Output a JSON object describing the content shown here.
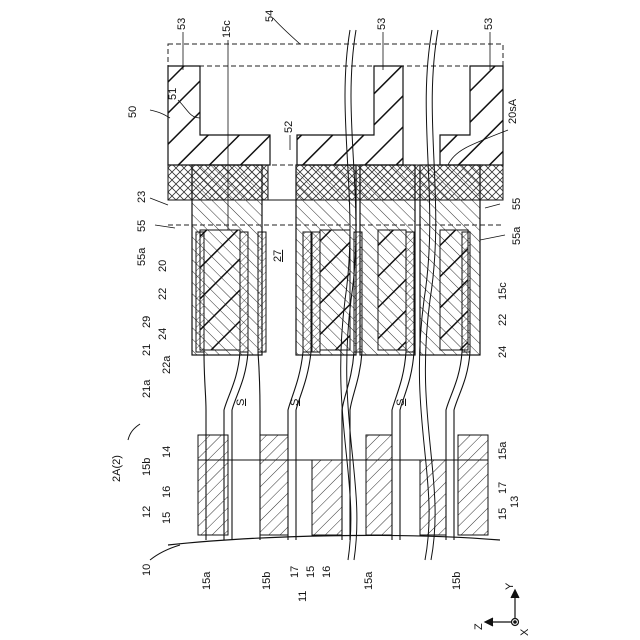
{
  "labels": {
    "l53a": "53",
    "l54": "54",
    "l53b": "53",
    "l53c": "53",
    "l15c_top": "15c",
    "l51": "51",
    "l50": "50",
    "l52": "52",
    "l20sA": "20sA",
    "l23": "23",
    "l55_left": "55",
    "l55_right": "55",
    "l55a_left": "55a",
    "l55a_right": "55a",
    "l20": "20",
    "l27": "27",
    "l22_left": "22",
    "l22_right": "22",
    "l15c_right": "15c",
    "l29": "29",
    "l24_left": "24",
    "l24_right": "24",
    "l21": "21",
    "l22a": "22a",
    "l21a": "21a",
    "lS1": "S",
    "lS2": "S",
    "lS3": "S",
    "l2A": "2A(2)",
    "l15b_left": "15b",
    "l14": "14",
    "l15a_right": "15a",
    "l16_left": "16",
    "l17_right": "17",
    "l12": "12",
    "l15_left": "15",
    "l15_right": "15",
    "l13": "13",
    "l10": "10",
    "l15a_bot1": "15a",
    "l15b_bot1": "15b",
    "l17_bot": "17",
    "l15_bot": "15",
    "l16_bot": "16",
    "l11": "11",
    "l15a_bot2": "15a",
    "l15b_bot2": "15b",
    "axisZ": "Z",
    "axisY": "Y",
    "axisX": "X"
  }
}
